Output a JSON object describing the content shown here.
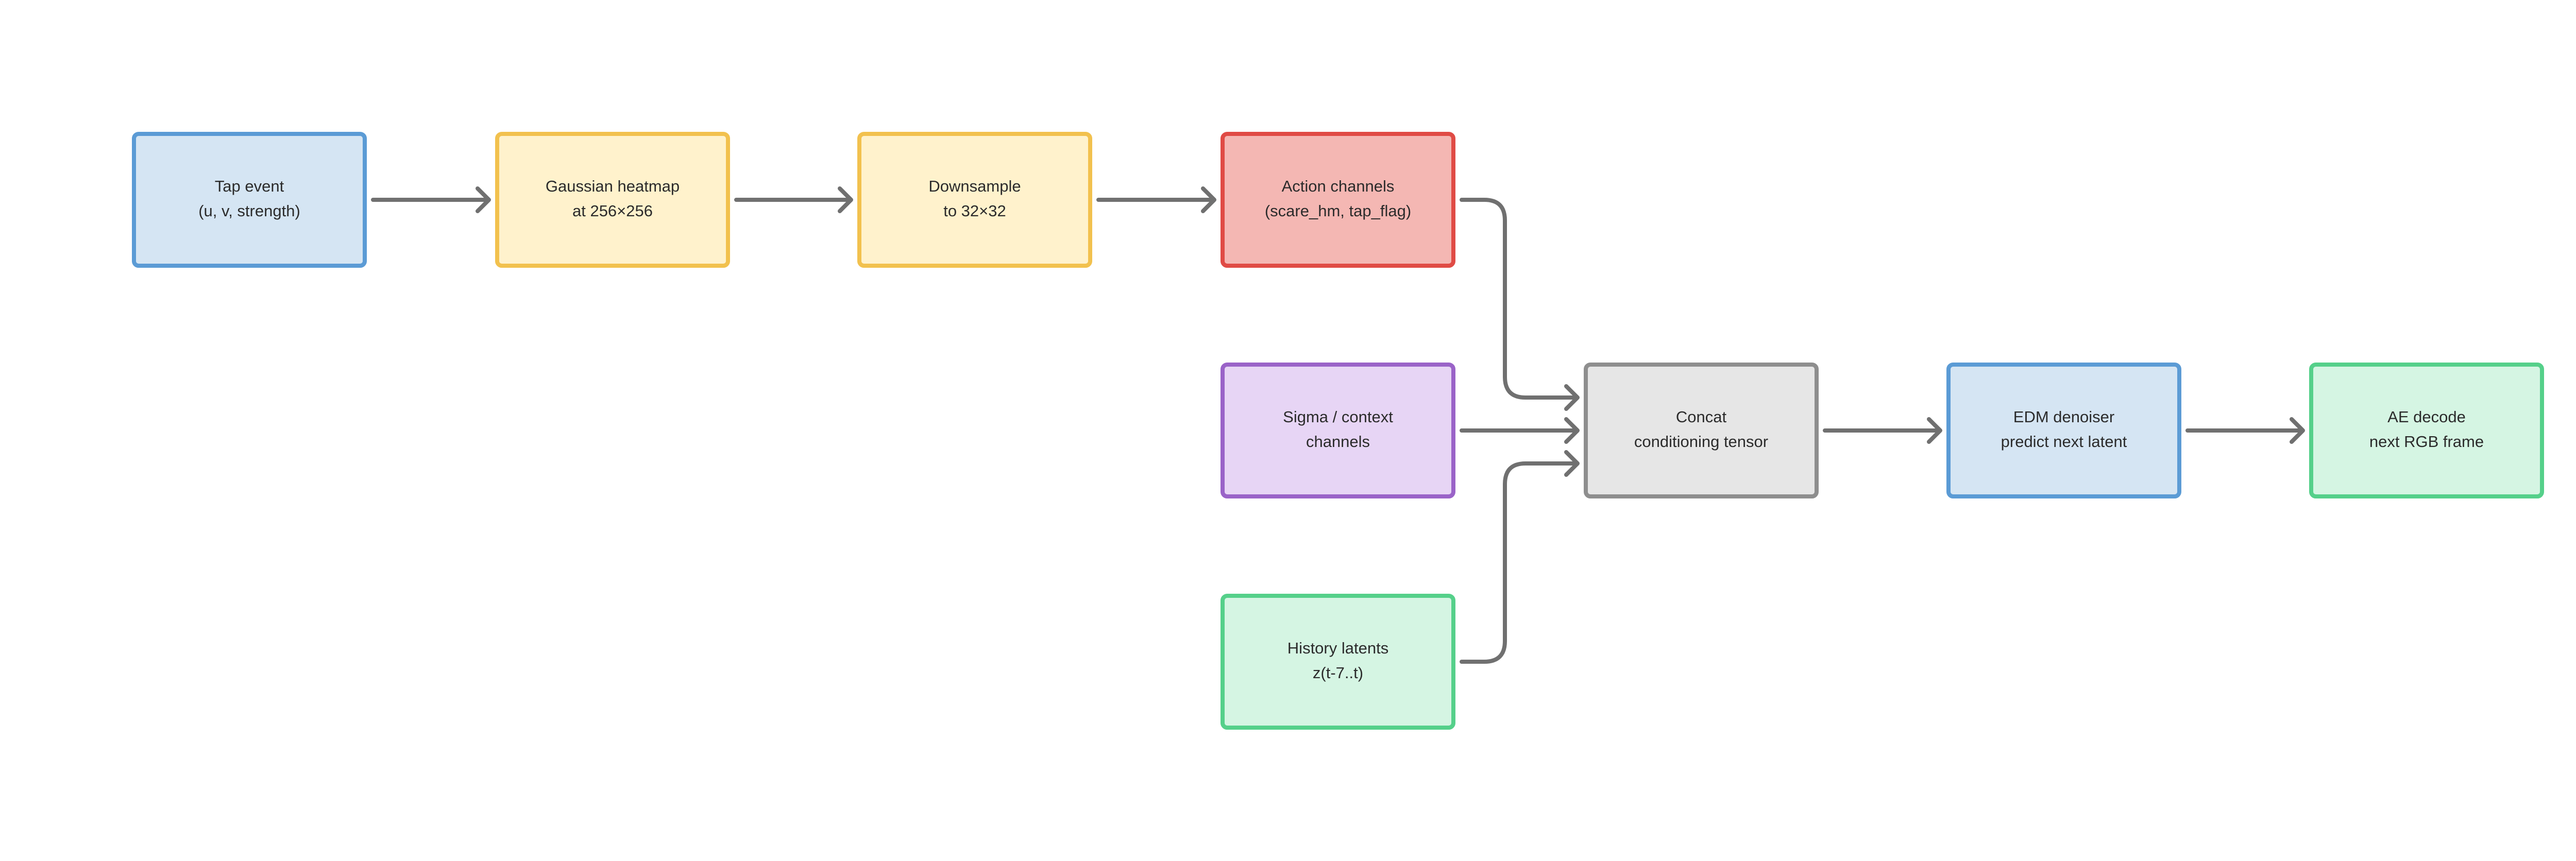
{
  "diagram": {
    "nodes": [
      {
        "id": "tap-event",
        "lines": [
          "Tap event",
          "(u, v, strength)"
        ],
        "fill": "#d5e5f3",
        "stroke": "#5b9bd5"
      },
      {
        "id": "gaussian-heatmap",
        "lines": [
          "Gaussian heatmap",
          "at 256×256"
        ],
        "fill": "#fff2cc",
        "stroke": "#f2c14e"
      },
      {
        "id": "downsample",
        "lines": [
          "Downsample",
          "to 32×32"
        ],
        "fill": "#fff2cc",
        "stroke": "#f2c14e"
      },
      {
        "id": "action-channels",
        "lines": [
          "Action channels",
          "(scare_hm, tap_flag)"
        ],
        "fill": "#f4b7b3",
        "stroke": "#e04b45"
      },
      {
        "id": "sigma-context",
        "lines": [
          "Sigma / context",
          "channels"
        ],
        "fill": "#e7d5f5",
        "stroke": "#9a63c8"
      },
      {
        "id": "history-latents",
        "lines": [
          "History latents",
          "z(t-7..t)"
        ],
        "fill": "#d5f5e3",
        "stroke": "#55d08a"
      },
      {
        "id": "concat",
        "lines": [
          "Concat",
          "conditioning tensor"
        ],
        "fill": "#e6e6e6",
        "stroke": "#8e8e8e"
      },
      {
        "id": "edm-denoiser",
        "lines": [
          "EDM denoiser",
          "predict next latent"
        ],
        "fill": "#d5e5f3",
        "stroke": "#5b9bd5"
      },
      {
        "id": "ae-decode",
        "lines": [
          "AE decode",
          "next RGB frame"
        ],
        "fill": "#d5f5e3",
        "stroke": "#55d08a"
      }
    ],
    "edges": [
      {
        "from": "tap-event",
        "to": "gaussian-heatmap"
      },
      {
        "from": "gaussian-heatmap",
        "to": "downsample"
      },
      {
        "from": "downsample",
        "to": "action-channels"
      },
      {
        "from": "action-channels",
        "to": "concat"
      },
      {
        "from": "sigma-context",
        "to": "concat"
      },
      {
        "from": "history-latents",
        "to": "concat"
      },
      {
        "from": "concat",
        "to": "edm-denoiser"
      },
      {
        "from": "edm-denoiser",
        "to": "ae-decode"
      }
    ],
    "connector_color": "#707070",
    "label_color": "#2b2b2b"
  }
}
